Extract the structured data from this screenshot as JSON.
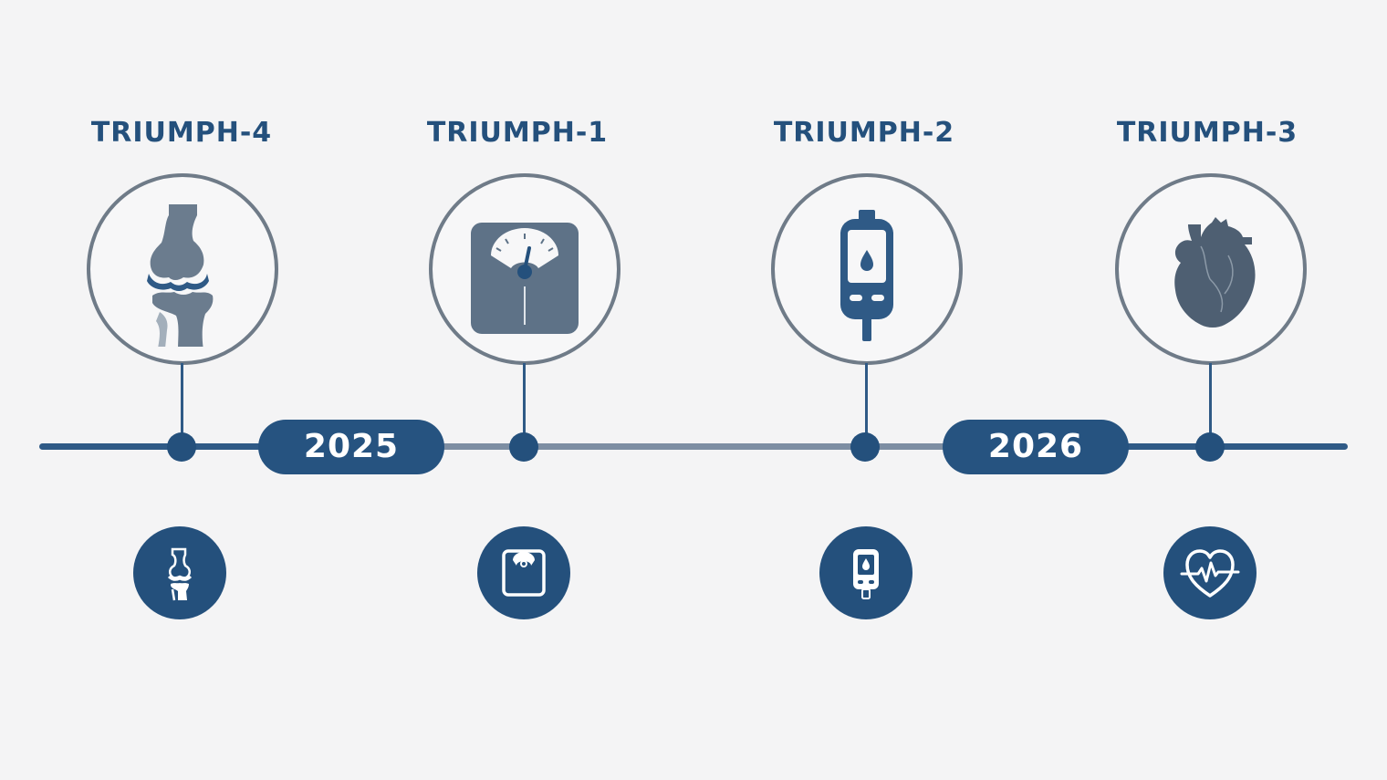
{
  "years": [
    "2025",
    "2026"
  ],
  "trials": [
    {
      "label": "TRIUMPH-4",
      "icon": "knee-joint-icon"
    },
    {
      "label": "TRIUMPH-1",
      "icon": "weight-scale-icon"
    },
    {
      "label": "TRIUMPH-2",
      "icon": "glucose-meter-icon"
    },
    {
      "label": "TRIUMPH-3",
      "icon": "heart-icon"
    }
  ],
  "colors": {
    "primary": "#24507c",
    "muted": "#6f7b88",
    "background": "#f4f4f5"
  }
}
